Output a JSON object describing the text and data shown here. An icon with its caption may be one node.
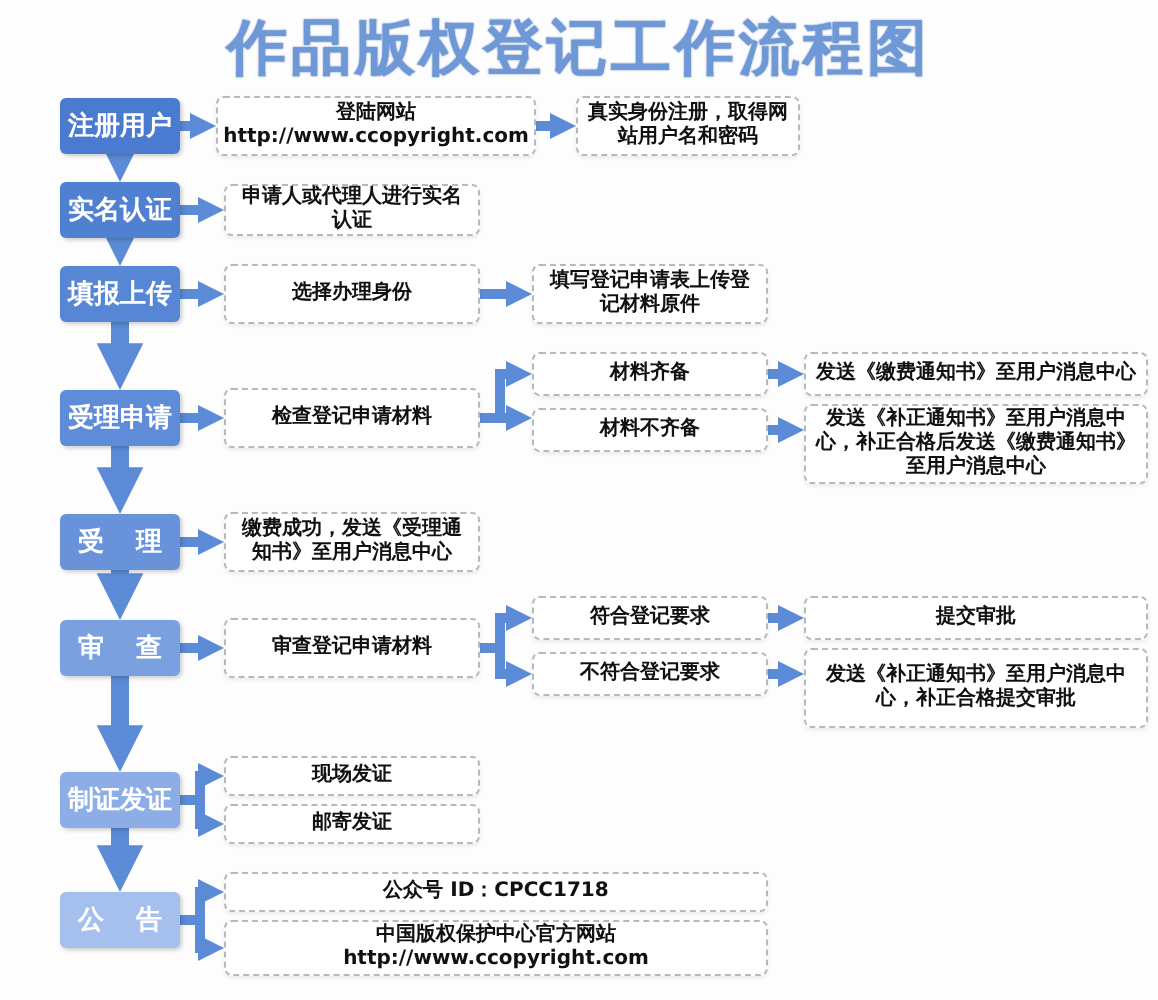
{
  "diagram": {
    "title": "作品版权登记工作流程图",
    "nodes": [
      {
        "text": [
          "注册用户"
        ]
      },
      {
        "text": [
          "登陆网站 http://www.ccopyright.com"
        ]
      },
      {
        "text": [
          "真实身份注册，取得网站用户名和密码"
        ]
      },
      {
        "text": [
          "实名认证"
        ]
      },
      {
        "text": [
          "申请人或代理人进行实名认证"
        ]
      },
      {
        "text": [
          "填报上传"
        ]
      },
      {
        "text": [
          "选择办理身份"
        ]
      },
      {
        "text": [
          "填写登记申请表上传登记材料原件"
        ]
      },
      {
        "text": [
          "受理申请"
        ]
      },
      {
        "text": [
          "检查登记申请材料"
        ]
      },
      {
        "text": [
          "材料齐备"
        ]
      },
      {
        "text": [
          "发送《缴费通知书》至用户消息中心"
        ]
      },
      {
        "text": [
          "材料不齐备"
        ]
      },
      {
        "text": [
          "发送《补正通知书》至用户消息中心，补正合格后发送《缴费通知书》至用户消息中心"
        ]
      },
      {
        "text": [
          "受 理"
        ]
      },
      {
        "text": [
          "缴费成功，发送《受理通知书》至用户消息中心"
        ]
      },
      {
        "text": [
          "审 查"
        ]
      },
      {
        "text": [
          "审查登记申请材料"
        ]
      },
      {
        "text": [
          "符合登记要求"
        ]
      },
      {
        "text": [
          "提交审批"
        ]
      },
      {
        "text": [
          "不符合登记要求"
        ]
      },
      {
        "text": [
          "发送《补正通知书》至用户消息中心，补正合格提交审批"
        ]
      },
      {
        "text": [
          "制证发证"
        ]
      },
      {
        "text": [
          "现场发证"
        ]
      },
      {
        "text": [
          "邮寄发证"
        ]
      },
      {
        "text": [
          "公 告"
        ]
      },
      {
        "text": [
          "公众号 ID：CPCC1718"
        ]
      },
      {
        "text": [
          "中国版权保护中心官方网站 http://www.ccopyright.com"
        ]
      }
    ],
    "edges": [
      {
        "from": 0,
        "to": 1,
        "arrow": "to"
      },
      {
        "from": 1,
        "to": 2,
        "arrow": "to"
      },
      {
        "from": 0,
        "to": 3,
        "arrow": "to"
      },
      {
        "from": 3,
        "to": 4,
        "arrow": "to"
      },
      {
        "from": 3,
        "to": 5,
        "arrow": "to"
      },
      {
        "from": 5,
        "to": 6,
        "arrow": "to"
      },
      {
        "from": 6,
        "to": 7,
        "arrow": "to"
      },
      {
        "from": 5,
        "to": 8,
        "arrow": "to"
      },
      {
        "from": 8,
        "to": 9,
        "arrow": "to"
      },
      {
        "from": 9,
        "to": 10,
        "arrow": "to"
      },
      {
        "from": 9,
        "to": 12,
        "arrow": "to"
      },
      {
        "from": 10,
        "to": 11,
        "arrow": "to"
      },
      {
        "from": 12,
        "to": 13,
        "arrow": "to"
      },
      {
        "from": 8,
        "to": 14,
        "arrow": "to"
      },
      {
        "from": 14,
        "to": 15,
        "arrow": "to"
      },
      {
        "from": 14,
        "to": 16,
        "arrow": "to"
      },
      {
        "from": 16,
        "to": 17,
        "arrow": "to"
      },
      {
        "from": 17,
        "to": 18,
        "arrow": "to"
      },
      {
        "from": 17,
        "to": 20,
        "arrow": "to"
      },
      {
        "from": 18,
        "to": 19,
        "arrow": "to"
      },
      {
        "from": 20,
        "to": 21,
        "arrow": "to"
      },
      {
        "from": 16,
        "to": 22,
        "arrow": "to"
      },
      {
        "from": 22,
        "to": 23,
        "arrow": "to"
      },
      {
        "from": 22,
        "to": 24,
        "arrow": "to"
      },
      {
        "from": 22,
        "to": 25,
        "arrow": "to"
      },
      {
        "from": 25,
        "to": 26,
        "arrow": "to"
      },
      {
        "from": 25,
        "to": 27,
        "arrow": "to"
      }
    ]
  }
}
